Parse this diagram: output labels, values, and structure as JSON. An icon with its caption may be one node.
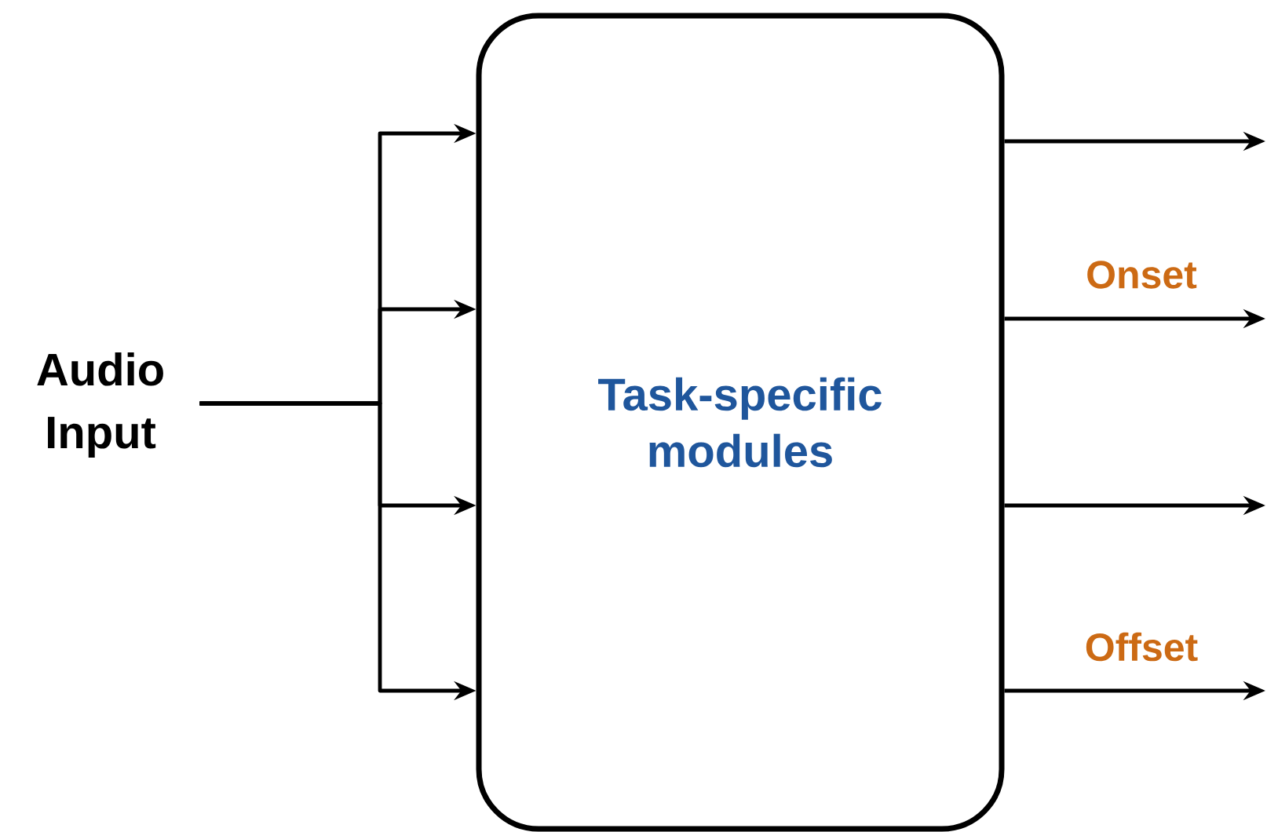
{
  "diagram": {
    "nodes": [
      {
        "text": [
          "Audio Input"
        ]
      },
      {
        "text": [
          "Task-specific modules"
        ]
      }
    ],
    "edges": [
      {
        "from": 0,
        "to": 1,
        "arrow": "to"
      },
      {
        "from": 0,
        "to": 1,
        "arrow": "to"
      },
      {
        "from": 0,
        "to": 1,
        "arrow": "to"
      },
      {
        "from": 0,
        "to": 1,
        "arrow": "to"
      },
      {
        "from": 1,
        "to": null,
        "arrow": "to"
      },
      {
        "from": 1,
        "to": null,
        "arrow": "to",
        "label": "Onset"
      },
      {
        "from": 1,
        "to": null,
        "arrow": "to"
      },
      {
        "from": 1,
        "to": null,
        "arrow": "to",
        "label": "Offset"
      }
    ]
  }
}
